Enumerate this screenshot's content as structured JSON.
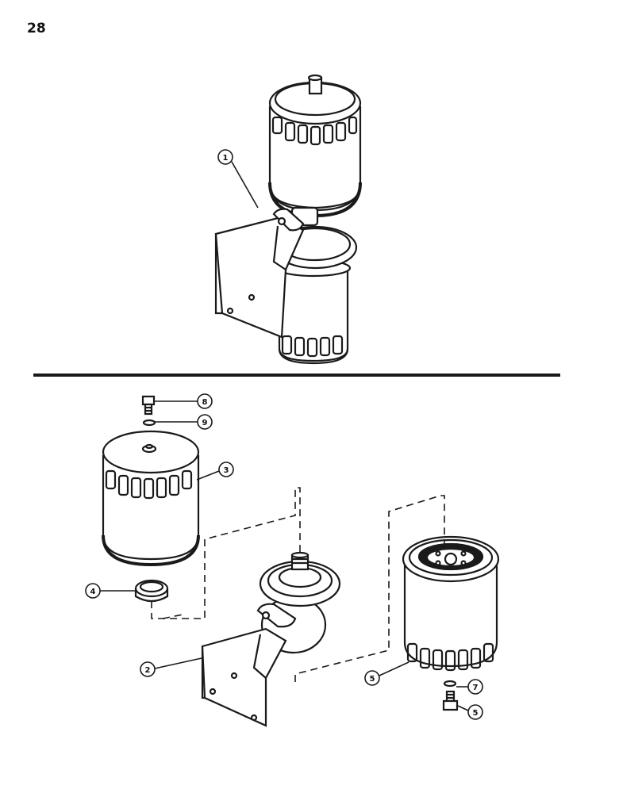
{
  "page": {
    "number": "28"
  },
  "callouts": {
    "c1": "1",
    "c2": "2",
    "c3": "3",
    "c4": "4",
    "c5a": "5",
    "c5b": "5",
    "c7": "7",
    "c8": "8",
    "c9": "9"
  },
  "colors": {
    "ink": "#1a1a1a",
    "paper": "#ffffff"
  }
}
